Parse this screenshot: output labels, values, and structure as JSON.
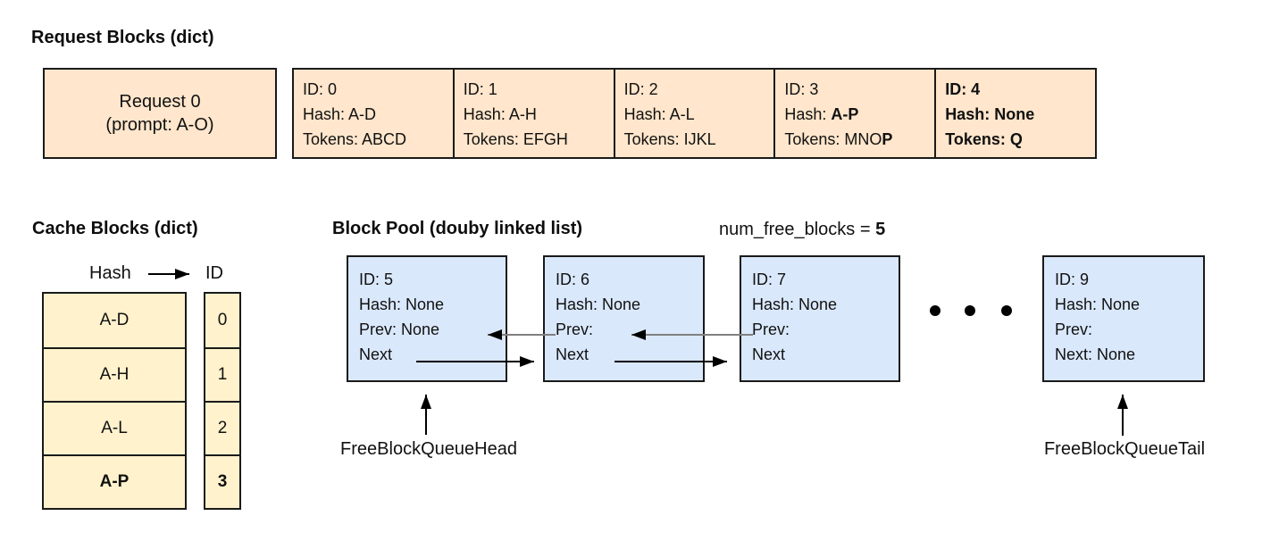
{
  "colors": {
    "request_fill": "#ffe6cc",
    "cache_fill": "#fff2cc",
    "pool_fill": "#dae8fc",
    "border": "#1a1a1a",
    "prev_link_line": "#808080",
    "arrow": "#000000"
  },
  "request_section": {
    "title": "Request Blocks (dict)",
    "request_box": {
      "line1": "Request 0",
      "line2": "(prompt: A-O)"
    },
    "blocks": [
      {
        "id": "ID: 0",
        "id_b": "",
        "hash": "Hash: A-D",
        "hash_b": "",
        "tok": "Tokens: ABCD",
        "tok_b": ""
      },
      {
        "id": "ID: 1",
        "id_b": "",
        "hash": "Hash: A-H",
        "hash_b": "",
        "tok": "Tokens: EFGH",
        "tok_b": ""
      },
      {
        "id": "ID: 2",
        "id_b": "",
        "hash": "Hash: A-L",
        "hash_b": "",
        "tok": "Tokens: IJKL",
        "tok_b": ""
      },
      {
        "id": "ID: 3",
        "id_b": "",
        "hash": "Hash: ",
        "hash_b": "A-P",
        "tok": "Tokens: MNO",
        "tok_b": "P"
      },
      {
        "id": "",
        "id_b": "ID: 4",
        "hash": "",
        "hash_b": "Hash: None",
        "tok": "",
        "tok_b": "Tokens: Q"
      }
    ]
  },
  "cache_section": {
    "title": "Cache Blocks (dict)",
    "header": {
      "hash": "Hash",
      "id": "ID"
    },
    "rows": [
      {
        "hash": "A-D",
        "id": "0"
      },
      {
        "hash": "A-H",
        "id": "1"
      },
      {
        "hash": "A-L",
        "id": "2"
      },
      {
        "hash": "A-P",
        "id": "3"
      }
    ]
  },
  "pool_section": {
    "title": "Block Pool (douby linked list)",
    "num_free_label": "num_free_blocks = ",
    "num_free_value": "5",
    "blocks": [
      {
        "id": "ID: 5",
        "hash": "Hash: None",
        "prev": "Prev: None",
        "next": "Next"
      },
      {
        "id": "ID: 6",
        "hash": "Hash: None",
        "prev": "Prev:",
        "next": "Next"
      },
      {
        "id": "ID: 7",
        "hash": "Hash: None",
        "prev": "Prev:",
        "next": "Next"
      },
      {
        "id": "ID: 9",
        "hash": "Hash: None",
        "prev": "Prev:",
        "next": "Next: None"
      }
    ],
    "head_label": "FreeBlockQueueHead",
    "tail_label": "FreeBlockQueueTail"
  }
}
